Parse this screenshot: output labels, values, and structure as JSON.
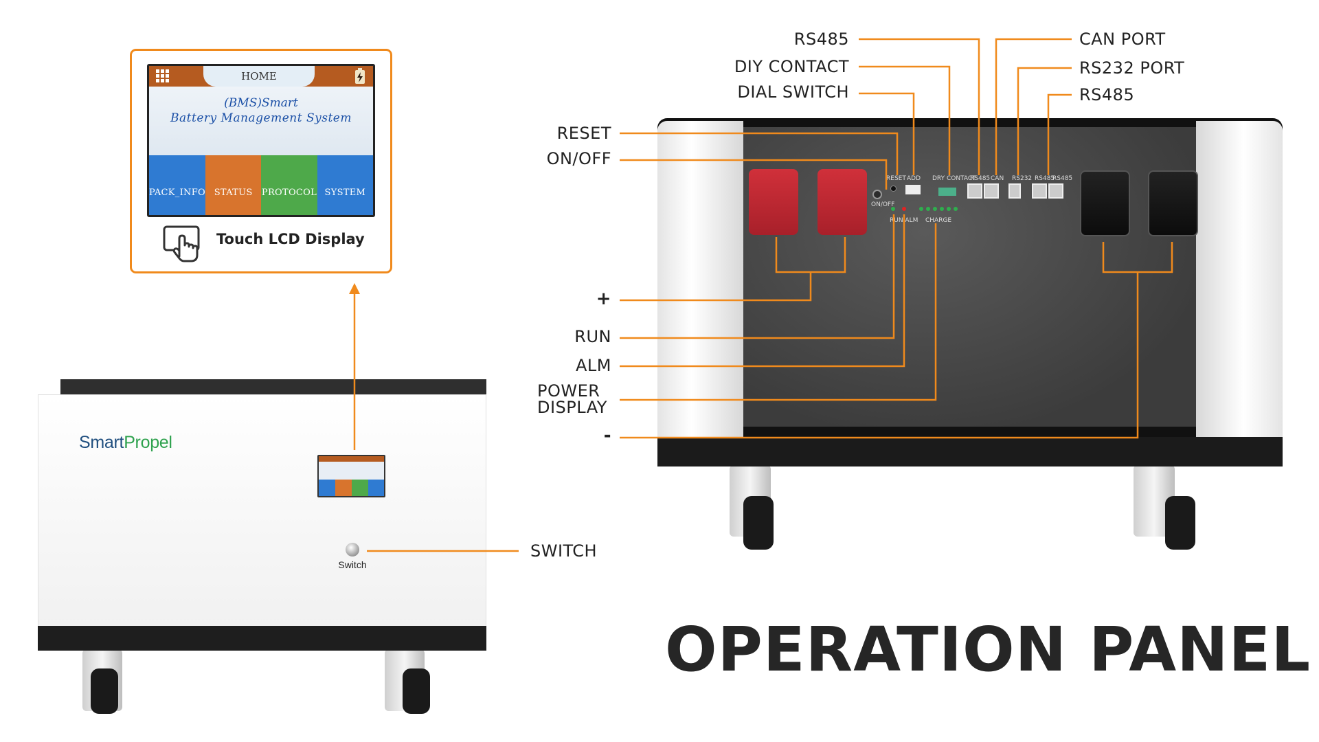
{
  "colors": {
    "accent_orange": "#f08a1c",
    "lcd_header": "#b55b20",
    "lcd_text_blue": "#1a4fa6",
    "tile_pack": "#2f7bd2",
    "tile_status": "#d8742d",
    "tile_protocol": "#4ea94a",
    "tile_system": "#2f7bd2",
    "terminal_red": "#c4222c",
    "title": "#262626"
  },
  "lcd_zoom": {
    "home_label": "HOME",
    "line1": "(BMS)Smart",
    "line2": "Battery Management System",
    "tiles": [
      "PACK_INFO",
      "STATUS",
      "PROTOCOL",
      "SYSTEM"
    ],
    "caption": "Touch LCD Display",
    "menu_icon": "grid-menu-icon",
    "battery_icon": "battery-charge-icon",
    "touch_icon": "touch-hand-icon"
  },
  "small_battery": {
    "brand_part1": "Smart",
    "brand_part2": "Propel",
    "switch_caption": "Switch",
    "switch_callout": "SWITCH"
  },
  "panel_printed": {
    "reset": "RESET",
    "add": "ADD",
    "dry_contact": "DRY CONTACT",
    "rs485_a": "RS485",
    "can": "CAN",
    "rs232": "RS232",
    "rs485_b": "RS485",
    "rs485_c": "RS485",
    "on_off": "ON/OFF",
    "run_alm": "RUN  ALM",
    "charge": "CHARGE"
  },
  "callouts_top_left": {
    "rs485": "RS485",
    "diy_contact": "DIY CONTACT",
    "dial_switch": "DIAL SWITCH"
  },
  "callouts_top_right": {
    "can_port": "CAN PORT",
    "rs232_port": "RS232 PORT",
    "rs485": "RS485"
  },
  "callouts_left": {
    "reset": "RESET",
    "on_off": "ON/OFF",
    "plus": "+",
    "run": "RUN",
    "alm": "ALM",
    "power_line1": "POWER",
    "power_line2": "DISPLAY",
    "minus": "-"
  },
  "title": "OPERATION PANEL"
}
